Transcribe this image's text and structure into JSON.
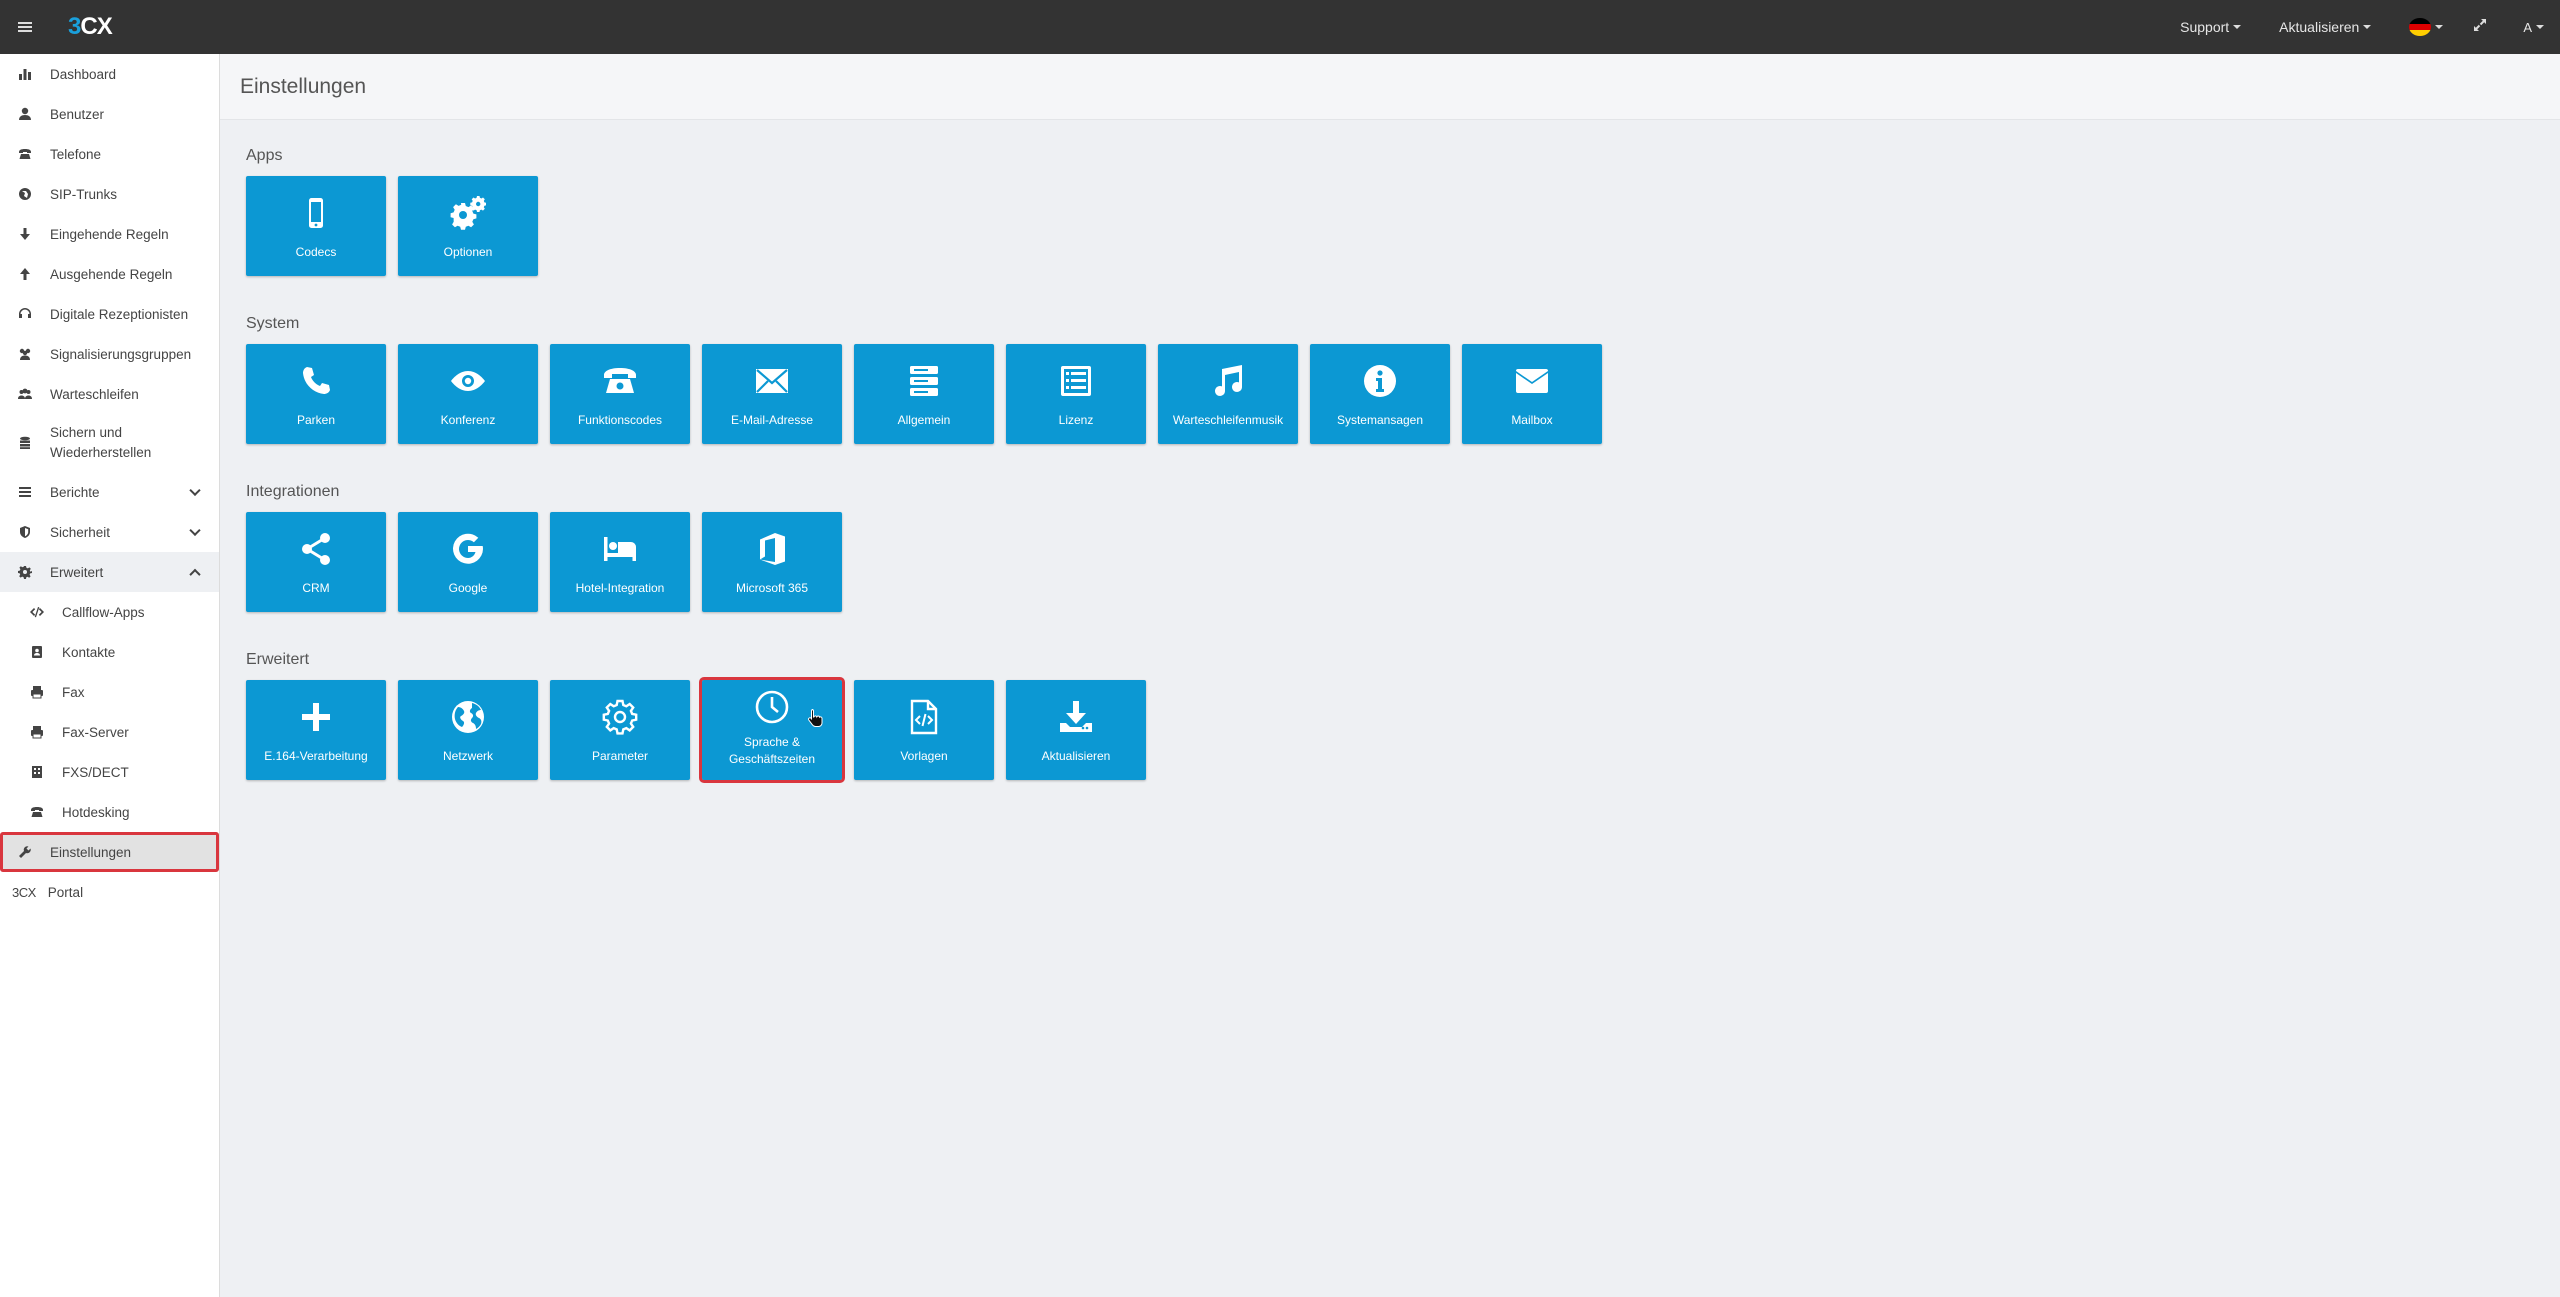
{
  "topbar": {
    "logo_a": "3",
    "logo_b": "CX",
    "support": "Support",
    "update": "Aktualisieren",
    "user": "A",
    "flag_colors": [
      "#000000",
      "#dd0000",
      "#ffce00"
    ]
  },
  "sidebar": {
    "items": [
      {
        "label": "Dashboard",
        "icon": "bar-chart-icon"
      },
      {
        "label": "Benutzer",
        "icon": "user-icon"
      },
      {
        "label": "Telefone",
        "icon": "phone-icon"
      },
      {
        "label": "SIP-Trunks",
        "icon": "globe-icon"
      },
      {
        "label": "Eingehende Regeln",
        "icon": "arrow-down-icon"
      },
      {
        "label": "Ausgehende Regeln",
        "icon": "arrow-up-icon"
      },
      {
        "label": "Digitale Rezeptionisten",
        "icon": "headset-icon"
      },
      {
        "label": "Signalisierungsgruppen",
        "icon": "users-icon"
      },
      {
        "label": "Warteschleifen",
        "icon": "group-icon"
      },
      {
        "label": "Sichern und Wiederherstellen",
        "icon": "database-icon"
      },
      {
        "label": "Berichte",
        "icon": "list-icon"
      },
      {
        "label": "Sicherheit",
        "icon": "shield-icon"
      },
      {
        "label": "Erweitert",
        "icon": "gear-icon"
      },
      {
        "label": "Callflow-Apps",
        "icon": "code-icon"
      },
      {
        "label": "Kontakte",
        "icon": "address-book-icon"
      },
      {
        "label": "Fax",
        "icon": "fax-icon"
      },
      {
        "label": "Fax-Server",
        "icon": "fax-server-icon"
      },
      {
        "label": "FXS/DECT",
        "icon": "building-icon"
      },
      {
        "label": "Hotdesking",
        "icon": "desk-phone-icon"
      },
      {
        "label": "Einstellungen",
        "icon": "wrench-icon"
      },
      {
        "label": "Portal",
        "icon": "3cx-icon",
        "icon_text": "3CX"
      }
    ]
  },
  "page": {
    "title": "Einstellungen"
  },
  "sections": {
    "apps": {
      "title": "Apps",
      "tiles": [
        "Codecs",
        "Optionen"
      ]
    },
    "system": {
      "title": "System",
      "tiles": [
        "Parken",
        "Konferenz",
        "Funktionscodes",
        "E-Mail-Adresse",
        "Allgemein",
        "Lizenz",
        "Warteschleifenmusik",
        "Systemansagen",
        "Mailbox"
      ]
    },
    "integrationen": {
      "title": "Integrationen",
      "tiles": [
        "CRM",
        "Google",
        "Hotel-Integration",
        "Microsoft 365"
      ]
    },
    "erweitert": {
      "title": "Erweitert",
      "tiles": [
        "E.164-Verarbeitung",
        "Netzwerk",
        "Parameter",
        "Sprache & Geschäftszeiten",
        "Vorlagen",
        "Aktualisieren"
      ]
    }
  },
  "colors": {
    "topbar": "#333333",
    "tile": "#0c98d3",
    "highlight": "#d9363e",
    "logo_accent": "#1aa0dc"
  }
}
